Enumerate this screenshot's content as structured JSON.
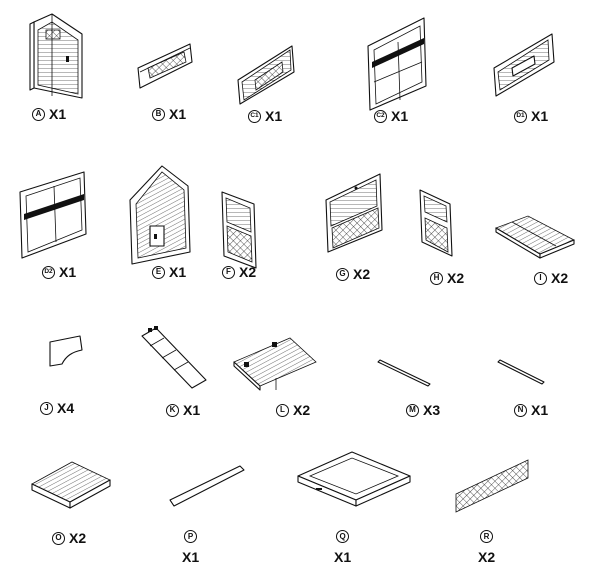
{
  "parts": [
    {
      "id": "A",
      "badge": "A",
      "qty": "X1"
    },
    {
      "id": "B",
      "badge": "B",
      "qty": "X1"
    },
    {
      "id": "C1",
      "badge": "C1",
      "qty": "X1"
    },
    {
      "id": "C2",
      "badge": "C2",
      "qty": "X1"
    },
    {
      "id": "D1",
      "badge": "D1",
      "qty": "X1"
    },
    {
      "id": "D2",
      "badge": "D2",
      "qty": "X1"
    },
    {
      "id": "E",
      "badge": "E",
      "qty": "X1"
    },
    {
      "id": "F",
      "badge": "F",
      "qty": "X2"
    },
    {
      "id": "G",
      "badge": "G",
      "qty": "X2"
    },
    {
      "id": "H",
      "badge": "H",
      "qty": "X2"
    },
    {
      "id": "I",
      "badge": "I",
      "qty": "X2"
    },
    {
      "id": "J",
      "badge": "J",
      "qty": "X4"
    },
    {
      "id": "K",
      "badge": "K",
      "qty": "X1"
    },
    {
      "id": "L",
      "badge": "L",
      "qty": "X2"
    },
    {
      "id": "M",
      "badge": "M",
      "qty": "X3"
    },
    {
      "id": "N",
      "badge": "N",
      "qty": "X1"
    },
    {
      "id": "O",
      "badge": "O",
      "qty": "X2"
    },
    {
      "id": "P",
      "badge": "P",
      "qty": "X1"
    },
    {
      "id": "Q",
      "badge": "Q",
      "qty": "X1"
    },
    {
      "id": "R",
      "badge": "R",
      "qty": "X2"
    }
  ]
}
